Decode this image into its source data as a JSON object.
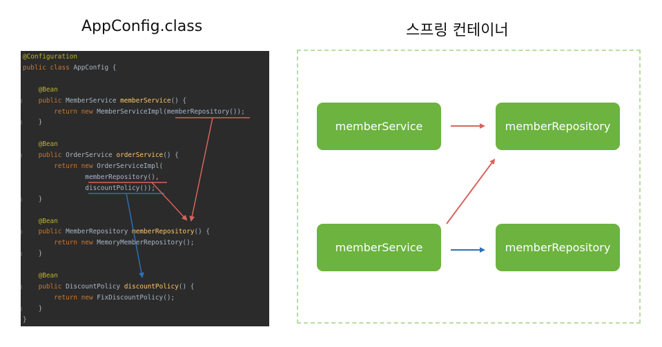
{
  "left_title": "AppConfig.class",
  "right_title": "스프링 컨테이너",
  "code": {
    "lines": [
      [
        {
          "t": "@Configuration",
          "c": "ann"
        }
      ],
      [
        {
          "t": "public class ",
          "c": "kw"
        },
        {
          "t": "AppConfig {",
          "c": "plain"
        }
      ],
      [],
      [
        {
          "t": "    @Bean",
          "c": "ann"
        }
      ],
      [
        {
          "t": "    public ",
          "c": "kw"
        },
        {
          "t": "MemberService ",
          "c": "plain"
        },
        {
          "t": "memberService",
          "c": "fn"
        },
        {
          "t": "() {",
          "c": "plain"
        }
      ],
      [
        {
          "t": "        return new ",
          "c": "kw"
        },
        {
          "t": "MemberServiceImpl(memberRepository());",
          "c": "plain"
        }
      ],
      [
        {
          "t": "    }",
          "c": "plain"
        }
      ],
      [],
      [
        {
          "t": "    @Bean",
          "c": "ann"
        }
      ],
      [
        {
          "t": "    public ",
          "c": "kw"
        },
        {
          "t": "OrderService ",
          "c": "plain"
        },
        {
          "t": "orderService",
          "c": "fn"
        },
        {
          "t": "() {",
          "c": "plain"
        }
      ],
      [
        {
          "t": "        return new ",
          "c": "kw"
        },
        {
          "t": "OrderServiceImpl(",
          "c": "plain"
        }
      ],
      [
        {
          "t": "                memberRepository(),",
          "c": "plain"
        }
      ],
      [
        {
          "t": "                discountPolicy());",
          "c": "plain"
        }
      ],
      [
        {
          "t": "    }",
          "c": "plain"
        }
      ],
      [],
      [
        {
          "t": "    @Bean",
          "c": "ann"
        }
      ],
      [
        {
          "t": "    public ",
          "c": "kw"
        },
        {
          "t": "MemberRepository ",
          "c": "plain"
        },
        {
          "t": "memberRepository",
          "c": "fn"
        },
        {
          "t": "() {",
          "c": "plain"
        }
      ],
      [
        {
          "t": "        return new ",
          "c": "kw"
        },
        {
          "t": "MemoryMemberRepository();",
          "c": "plain"
        }
      ],
      [
        {
          "t": "    }",
          "c": "plain"
        }
      ],
      [],
      [
        {
          "t": "    @Bean",
          "c": "ann"
        }
      ],
      [
        {
          "t": "    public ",
          "c": "kw"
        },
        {
          "t": "DiscountPolicy ",
          "c": "plain"
        },
        {
          "t": "discountPolicy",
          "c": "fn"
        },
        {
          "t": "() {",
          "c": "plain"
        }
      ],
      [
        {
          "t": "        return new ",
          "c": "kw"
        },
        {
          "t": "FixDiscountPolicy();",
          "c": "plain"
        }
      ],
      [
        {
          "t": "    }",
          "c": "plain"
        }
      ],
      [
        {
          "t": "}",
          "c": "plain"
        }
      ]
    ]
  },
  "beans": {
    "top_left": "memberService",
    "top_right": "memberRepository",
    "bottom_left": "memberService",
    "bottom_right": "memberRepository"
  },
  "colors": {
    "code_background": "#2b2b2b",
    "bean_fill": "#6cb33f",
    "container_border": "#b5dda0",
    "arrow_red": "#d9635c",
    "arrow_blue": "#2f6fb3"
  }
}
